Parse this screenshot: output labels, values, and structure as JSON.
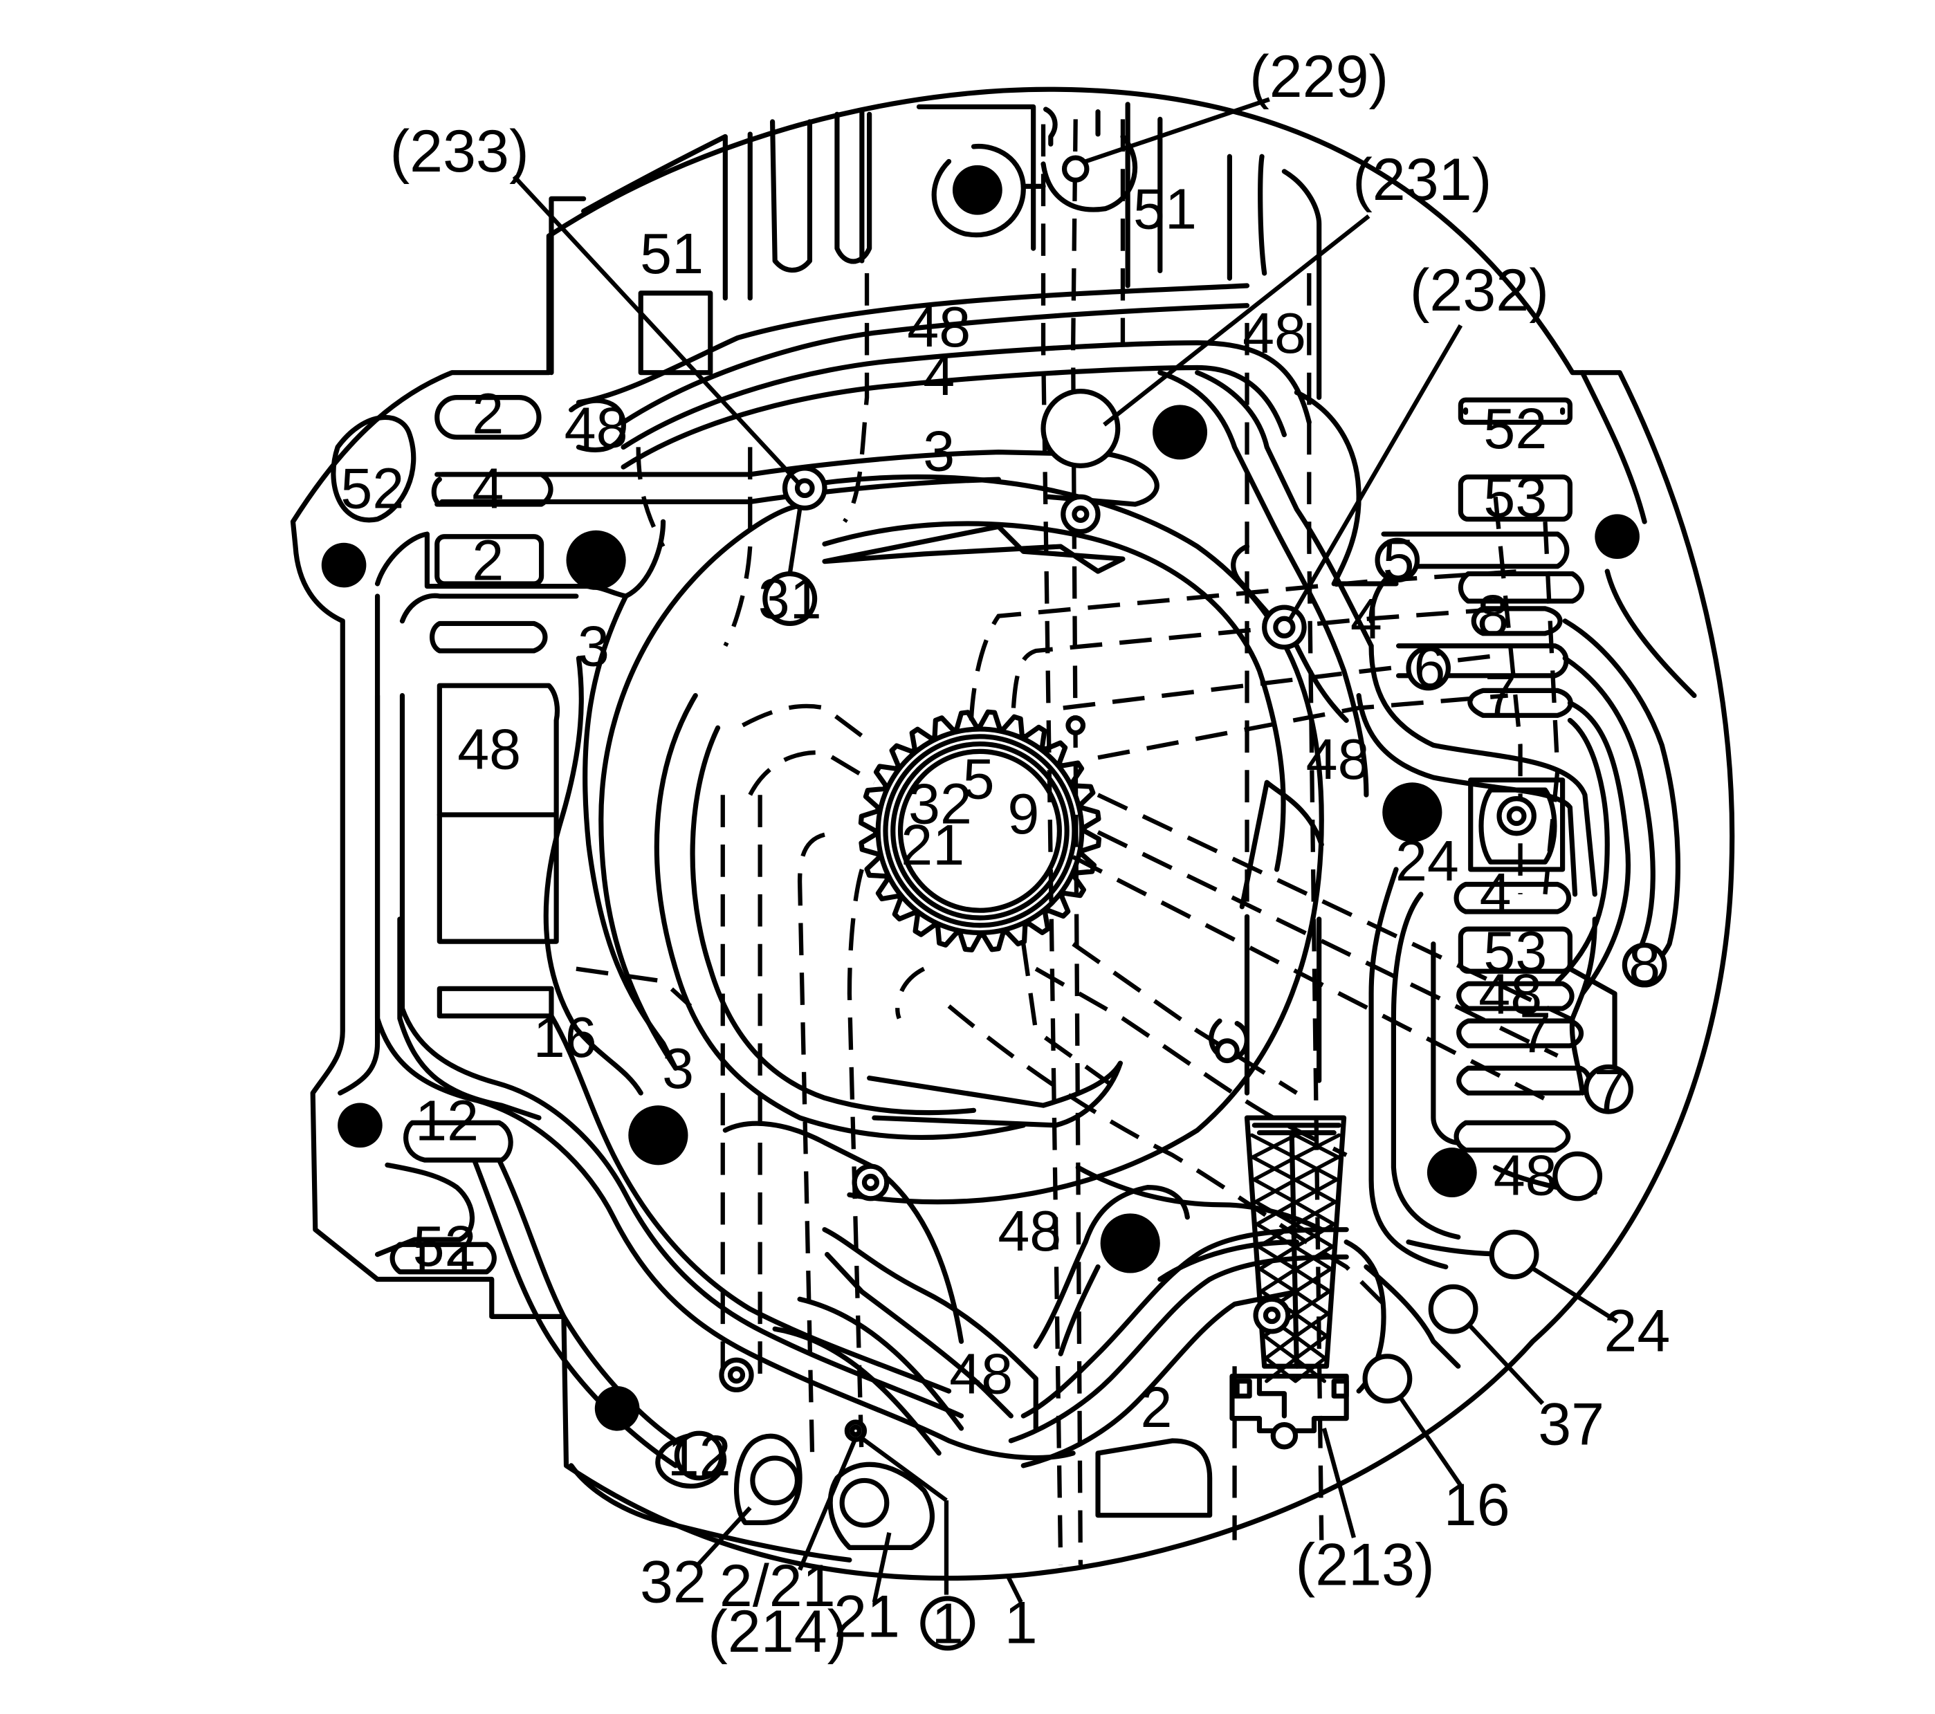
{
  "passage_labels": [
    {
      "id": "p51a",
      "text": "51"
    },
    {
      "id": "p51b",
      "text": "51"
    },
    {
      "id": "p48a",
      "text": "48"
    },
    {
      "id": "p48b",
      "text": "48"
    },
    {
      "id": "p4a",
      "text": "4"
    },
    {
      "id": "p2a",
      "text": "2"
    },
    {
      "id": "p48c",
      "text": "48"
    },
    {
      "id": "p52a",
      "text": "52"
    },
    {
      "id": "p4b",
      "text": "4"
    },
    {
      "id": "p3a",
      "text": "3"
    },
    {
      "id": "p2b",
      "text": "2"
    },
    {
      "id": "p3b",
      "text": "3"
    },
    {
      "id": "p48d",
      "text": "48"
    },
    {
      "id": "p16a",
      "text": "16"
    },
    {
      "id": "p3c",
      "text": "3"
    },
    {
      "id": "p12a",
      "text": "12"
    },
    {
      "id": "p52b",
      "text": "52"
    },
    {
      "id": "p52c",
      "text": "52"
    },
    {
      "id": "p53a",
      "text": "53"
    },
    {
      "id": "p4c",
      "text": "4"
    },
    {
      "id": "p8a",
      "text": "8"
    },
    {
      "id": "p7a",
      "text": "7"
    },
    {
      "id": "p48e",
      "text": "48"
    },
    {
      "id": "p24a",
      "text": "24"
    },
    {
      "id": "p4d",
      "text": "4"
    },
    {
      "id": "p53b",
      "text": "53"
    },
    {
      "id": "p48f",
      "text": "48"
    },
    {
      "id": "p7b",
      "text": "7"
    },
    {
      "id": "p48g",
      "text": "48"
    },
    {
      "id": "p48h",
      "text": "48"
    },
    {
      "id": "p48i",
      "text": "48"
    },
    {
      "id": "p2c",
      "text": "2"
    },
    {
      "id": "p32a",
      "text": "32"
    },
    {
      "id": "p5a",
      "text": "5"
    },
    {
      "id": "p9a",
      "text": "9"
    },
    {
      "id": "p21a",
      "text": "21"
    }
  ],
  "circled_labels": [
    {
      "id": "c31",
      "text": "31"
    },
    {
      "id": "c5",
      "text": "5"
    },
    {
      "id": "c6",
      "text": "6"
    },
    {
      "id": "c8",
      "text": "8"
    },
    {
      "id": "c7",
      "text": "7"
    },
    {
      "id": "c12",
      "text": "12"
    },
    {
      "id": "c1",
      "text": "1"
    }
  ],
  "callouts": [
    {
      "id": "k229",
      "text": "(229)"
    },
    {
      "id": "k233",
      "text": "(233)"
    },
    {
      "id": "k231",
      "text": "(231)"
    },
    {
      "id": "k232",
      "text": "(232)"
    },
    {
      "id": "k24",
      "text": "24"
    },
    {
      "id": "k37",
      "text": "37"
    },
    {
      "id": "k16",
      "text": "16"
    },
    {
      "id": "k213",
      "text": "(213)"
    },
    {
      "id": "k1",
      "text": "1"
    },
    {
      "id": "k21",
      "text": "21"
    },
    {
      "id": "k221",
      "text": "2/21"
    },
    {
      "id": "k214",
      "text": "(214)"
    },
    {
      "id": "k32",
      "text": "32"
    }
  ]
}
